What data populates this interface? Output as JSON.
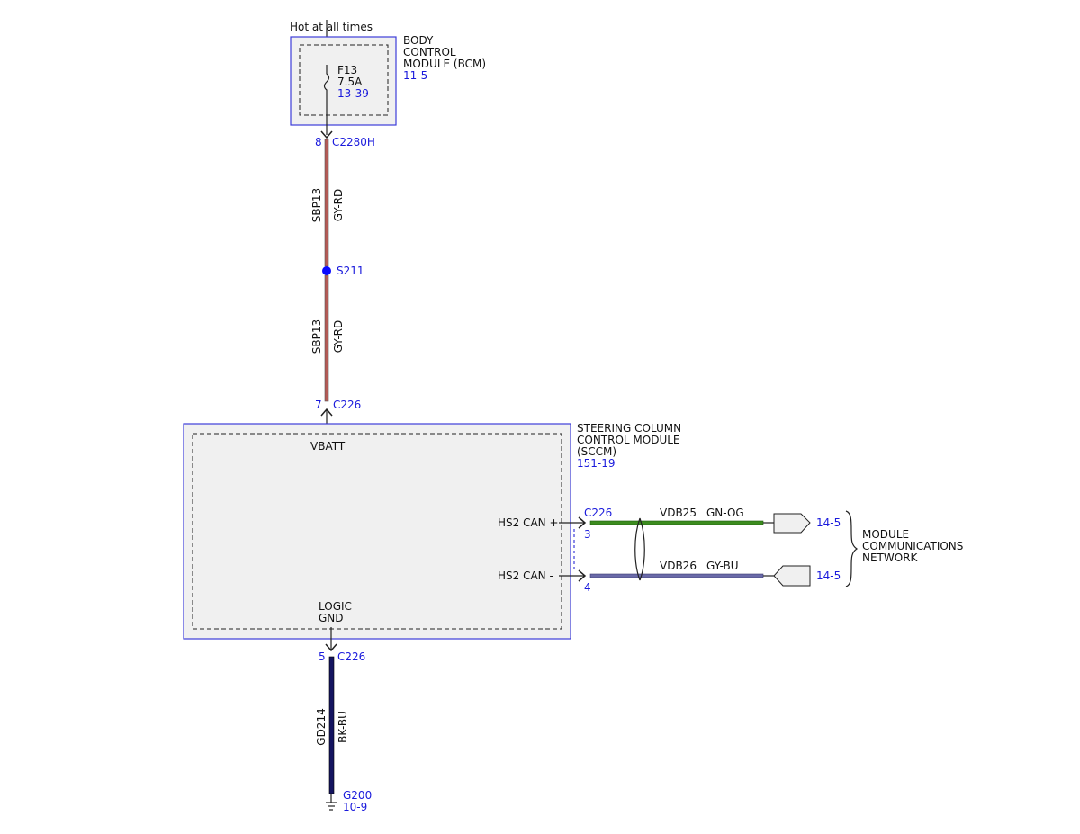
{
  "colors": {
    "ref_text": "#1a1adc",
    "module_border": "#3c3cd8",
    "module_fill": "#f0f0f0",
    "splice": "#0a0aff",
    "wire_gy_rd": "#b35a55",
    "wire_bk_bu": "#141460",
    "wire_gn_og": "#3c8c1e",
    "wire_gy_bu": "#6a6aa8"
  },
  "bcm": {
    "power_label": "Hot at all times",
    "name_lines": [
      "BODY",
      "CONTROL",
      "MODULE (BCM)"
    ],
    "ref": "11-5",
    "fuse": {
      "name": "F13",
      "rating": "7.5A",
      "ref": "13-39"
    },
    "connector": {
      "pin": "8",
      "name": "C2280H"
    }
  },
  "wire_power": {
    "segments": [
      {
        "circuit": "SBP13",
        "color": "GY-RD"
      },
      {
        "circuit": "SBP13",
        "color": "GY-RD"
      }
    ]
  },
  "splice": {
    "name": "S211"
  },
  "sccm": {
    "name_lines": [
      "STEERING COLUMN",
      "CONTROL MODULE",
      "(SCCM)"
    ],
    "ref": "151-19",
    "power_connector": {
      "pin": "7",
      "name": "C226"
    },
    "vbatt_label": "VBATT",
    "gnd_label_lines": [
      "LOGIC",
      "GND"
    ],
    "can_connector": "C226",
    "can_high": {
      "label": "HS2 CAN +",
      "pin": "3",
      "circuit": "VDB25",
      "color": "GN-OG",
      "ref": "14-5"
    },
    "can_low": {
      "label": "HS2 CAN -",
      "pin": "4",
      "circuit": "VDB26",
      "color": "GY-BU",
      "ref": "14-5"
    },
    "gnd_connector": {
      "pin": "5",
      "name": "C226"
    }
  },
  "network_label_lines": [
    "MODULE",
    "COMMUNICATIONS",
    "NETWORK"
  ],
  "ground_wire": {
    "circuit": "GD214",
    "color": "BK-BU"
  },
  "ground": {
    "name": "G200",
    "ref": "10-9"
  }
}
